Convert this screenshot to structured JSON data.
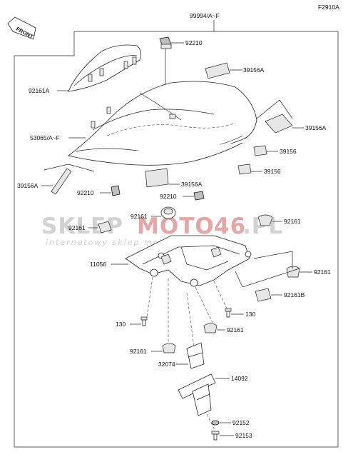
{
  "diagram": {
    "figure_code": "F2910A",
    "front_label": "FRONT",
    "watermark": {
      "part1": "SKLEP",
      "part2": "MOTO",
      "part3": "46",
      "part4": ".PL",
      "tagline": "internetowy sklep motocyklowy"
    },
    "labels": {
      "l99994": "99994/A~F",
      "l92210_top": "92210",
      "l39156A_top": "39156A",
      "l92161A": "92161A",
      "l39156A_right": "39156A",
      "l53065": "53065/A~F",
      "l39156_r1": "39156",
      "l39156_r2": "39156",
      "l39156A_left": "39156A",
      "l39156A_mid": "39156A",
      "l92210_left": "92210",
      "l92210_mid": "92210",
      "l92161_c": "92161",
      "l92161_r": "92161",
      "l92161_l": "92161",
      "l11056": "11056",
      "l92161_fr": "92161",
      "l92161B": "92161B",
      "l130_r": "130",
      "l130_l": "130",
      "l92161_b1": "92161",
      "l92161_b2": "92161",
      "l32074": "32074",
      "l14092": "14092",
      "l92152": "92152",
      "l92153": "92153"
    }
  }
}
